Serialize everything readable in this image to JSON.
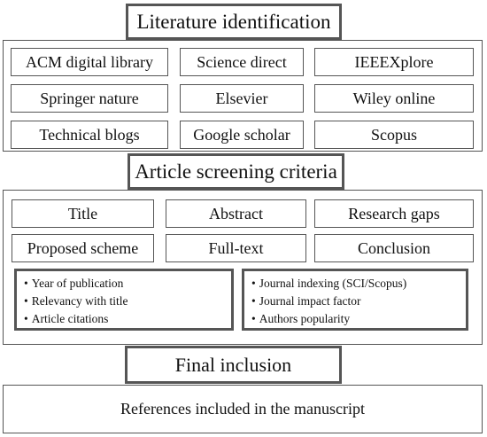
{
  "identification": {
    "title": "Literature identification",
    "sources": [
      "ACM digital library",
      "Science direct",
      "IEEEXplore",
      "Springer nature",
      "Elsevier",
      "Wiley online",
      "Technical blogs",
      "Google scholar",
      "Scopus"
    ]
  },
  "screening": {
    "title": "Article screening criteria",
    "criteria": [
      "Title",
      "Abstract",
      "Research gaps",
      "Proposed scheme",
      "Full-text",
      "Conclusion"
    ],
    "left_list": [
      "Year of publication",
      "Relevancy with title",
      "Article citations"
    ],
    "right_list": [
      "Journal indexing (SCI/Scopus)",
      "Journal impact factor",
      "Authors popularity"
    ]
  },
  "inclusion": {
    "title": "Final inclusion",
    "result": "References included in the manuscript"
  }
}
